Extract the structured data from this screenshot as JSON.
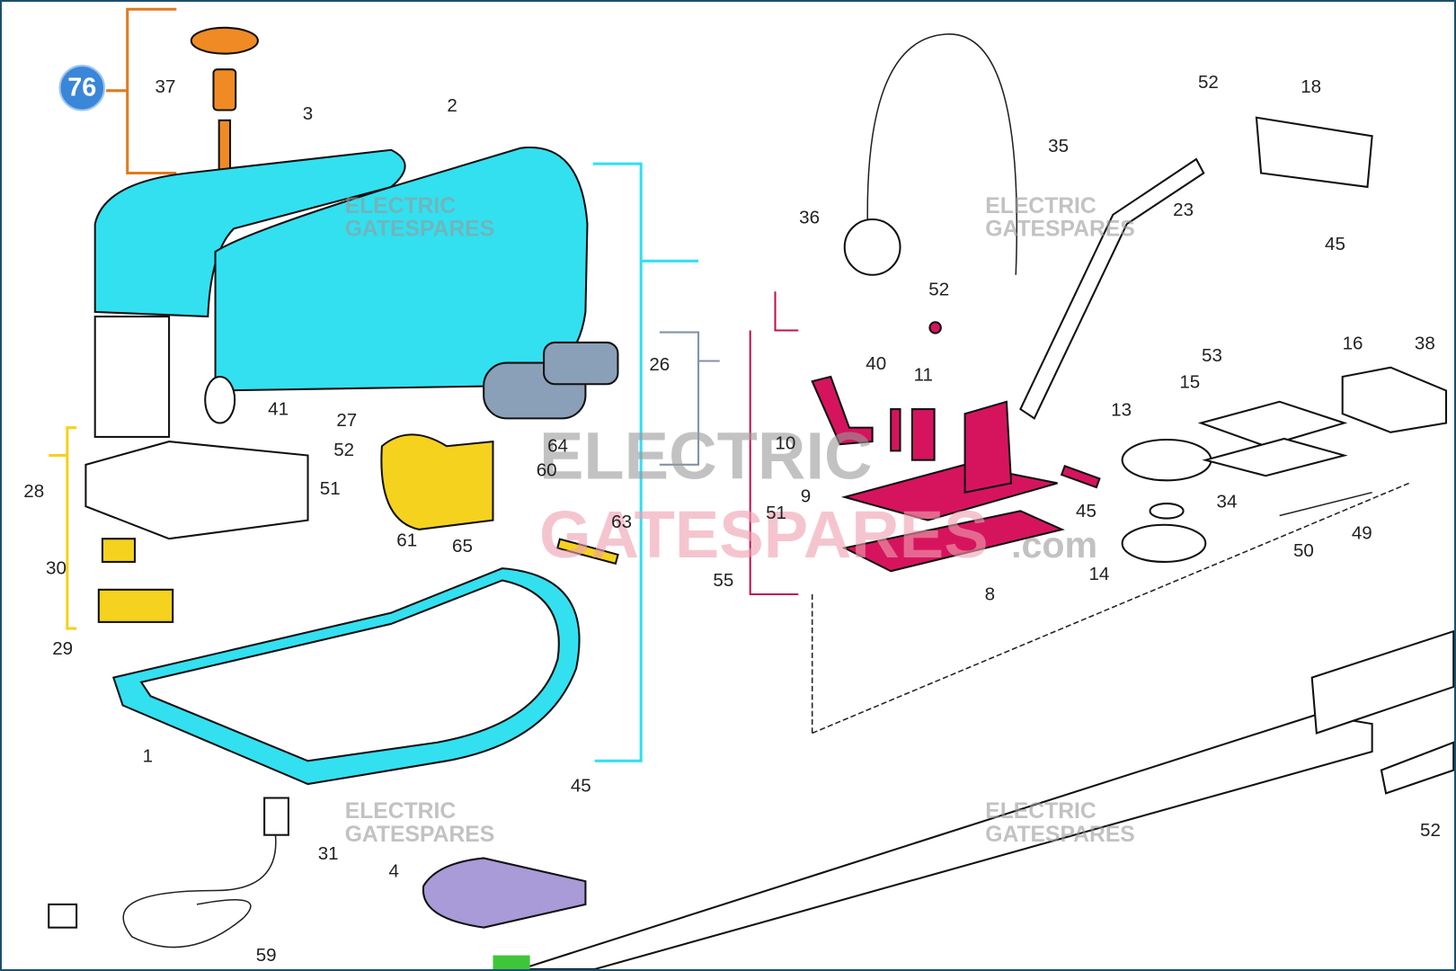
{
  "diagram": {
    "title": "Garage door operator exploded parts diagram",
    "highlight_badge": "76",
    "watermark": {
      "line1": "ELECTRIC",
      "line2": "GATESPARES",
      "suffix": ".com"
    },
    "colors": {
      "cover": "#33e0f0",
      "kit76": "#f08a24",
      "carriage": "#d6145e",
      "motor_bracket": "#f5d21e",
      "terminal": "#f5d21e",
      "base_plate": "#a99ad8",
      "badge": "#3a86d8",
      "frame": "#1d4f6e"
    },
    "labels": [
      "37",
      "3",
      "2",
      "35",
      "36",
      "52",
      "18",
      "23",
      "45",
      "52",
      "26",
      "41",
      "27",
      "52",
      "64",
      "60",
      "40",
      "11",
      "10",
      "53",
      "16",
      "38",
      "15",
      "13",
      "28",
      "51",
      "9",
      "45",
      "34",
      "61",
      "65",
      "63",
      "51",
      "49",
      "50",
      "55",
      "14",
      "8",
      "30",
      "29",
      "1",
      "45",
      "52",
      "31",
      "4",
      "59"
    ]
  }
}
